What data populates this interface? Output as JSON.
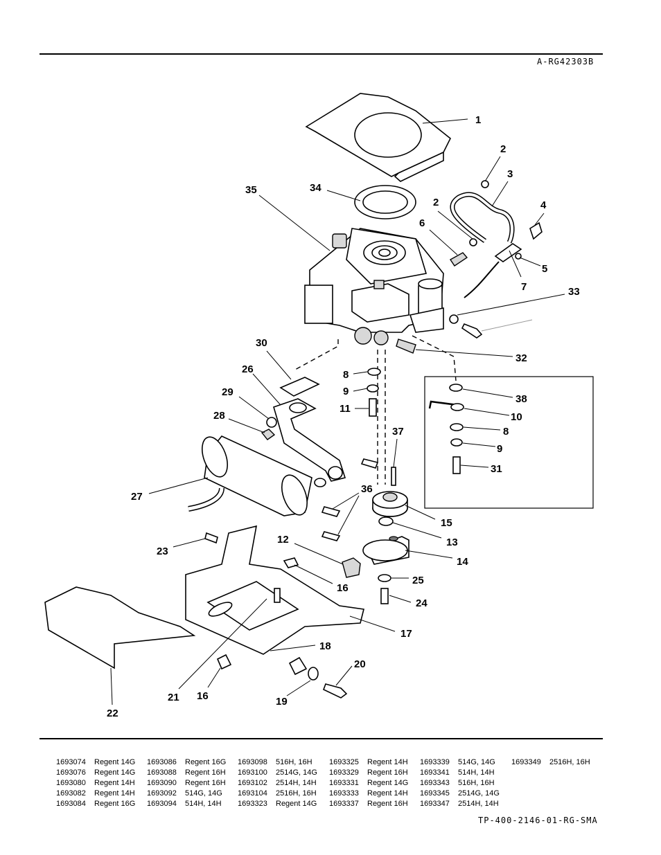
{
  "header": {
    "drawing_code": "A-RG42303B"
  },
  "footer": {
    "doc_code": "TP-400-2146-01-RG-SMA"
  },
  "callouts": [
    "1",
    "2",
    "3",
    "2",
    "4",
    "6",
    "5",
    "7",
    "33",
    "35",
    "34",
    "30",
    "26",
    "29",
    "28",
    "8",
    "9",
    "11",
    "32",
    "38",
    "10",
    "8",
    "9",
    "31",
    "37",
    "27",
    "36",
    "15",
    "13",
    "14",
    "12",
    "16",
    "23",
    "25",
    "24",
    "17",
    "18",
    "20",
    "21",
    "16",
    "19",
    "22"
  ],
  "model_table": [
    [
      {
        "num": "1693074",
        "model": "Regent 14G"
      },
      {
        "num": "1693076",
        "model": "Regent 14G"
      },
      {
        "num": "1693080",
        "model": "Regent 14H"
      },
      {
        "num": "1693082",
        "model": "Regent 14H"
      },
      {
        "num": "1693084",
        "model": "Regent 16G"
      }
    ],
    [
      {
        "num": "1693086",
        "model": "Regent 16G"
      },
      {
        "num": "1693088",
        "model": "Regent 16H"
      },
      {
        "num": "1693090",
        "model": "Regent 16H"
      },
      {
        "num": "1693092",
        "model": "514G, 14G"
      },
      {
        "num": "1693094",
        "model": "514H, 14H"
      }
    ],
    [
      {
        "num": "1693098",
        "model": "516H, 16H"
      },
      {
        "num": "1693100",
        "model": "2514G, 14G"
      },
      {
        "num": "1693102",
        "model": "2514H, 14H"
      },
      {
        "num": "1693104",
        "model": "2516H, 16H"
      },
      {
        "num": "1693323",
        "model": "Regent 14G"
      }
    ],
    [
      {
        "num": "1693325",
        "model": "Regent 14H"
      },
      {
        "num": "1693329",
        "model": "Regent 16H"
      },
      {
        "num": "1693331",
        "model": "Regent 14G"
      },
      {
        "num": "1693333",
        "model": "Regent 14H"
      },
      {
        "num": "1693337",
        "model": "Regent 16H"
      }
    ],
    [
      {
        "num": "1693339",
        "model": "514G, 14G"
      },
      {
        "num": "1693341",
        "model": "514H, 14H"
      },
      {
        "num": "1693343",
        "model": "516H, 16H"
      },
      {
        "num": "1693345",
        "model": "2514G, 14G"
      },
      {
        "num": "1693347",
        "model": "2514H, 14H"
      }
    ],
    [
      {
        "num": "1693349",
        "model": "2516H, 16H"
      }
    ]
  ]
}
